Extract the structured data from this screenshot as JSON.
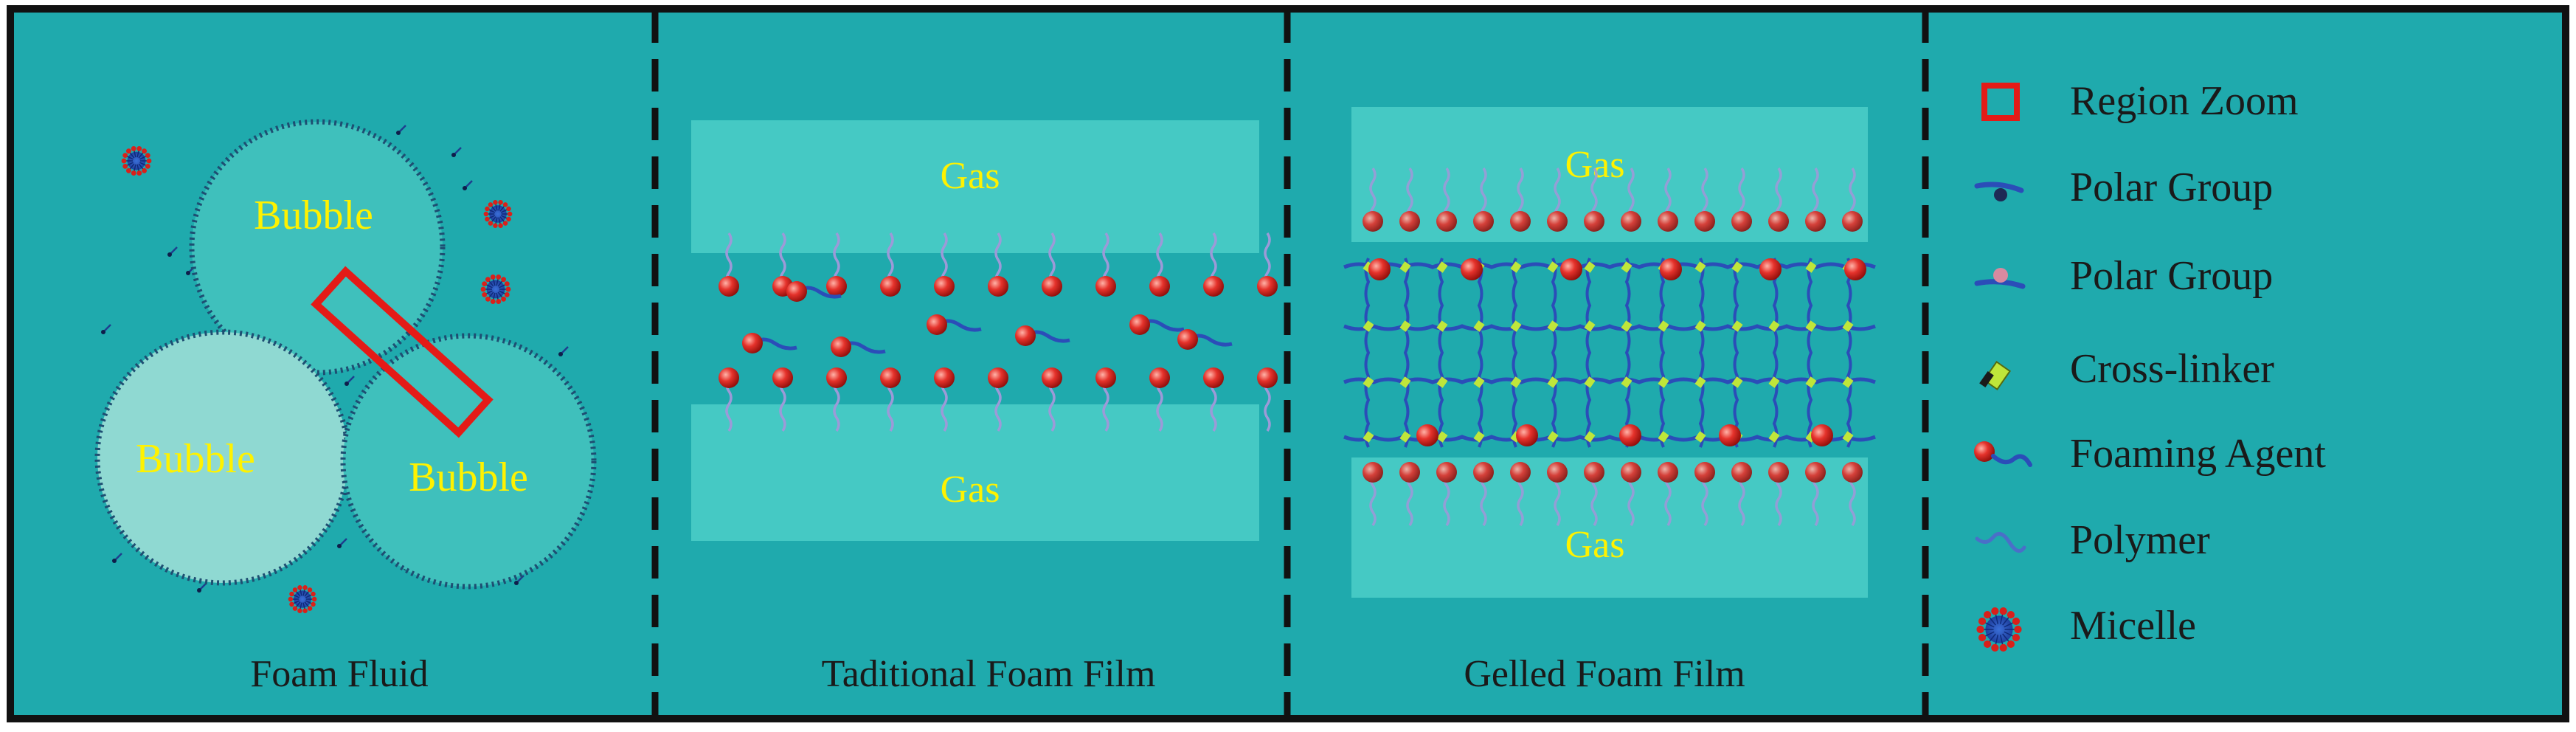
{
  "colors": {
    "background": "#1FAAAD",
    "gas_band": "#45C9C4",
    "bubble_fill": "#4CC4BF",
    "bubble_fill_light": "#8FD9D2",
    "bubble_border": "#1E4E72",
    "text_yellow": "#FFF200",
    "accent_red": "#E41B17",
    "sphere_red": "#D9201A",
    "chain_blue": "#2B4DB8",
    "polymer_lavender": "#9C9AD8",
    "crosslinker_green": "#BFE63A",
    "frame": "#111111"
  },
  "panels": {
    "foam_fluid": {
      "caption": "Foam Fluid",
      "bubbles": [
        "Bubble",
        "Bubble",
        "Bubble"
      ]
    },
    "traditional_film": {
      "caption": "Taditional Foam Film",
      "gas_top": "Gas",
      "gas_bottom": "Gas"
    },
    "gelled_film": {
      "caption": "Gelled Foam Film",
      "gas_top": "Gas",
      "gas_bottom": "Gas"
    }
  },
  "legend": {
    "items": [
      {
        "label": "Region Zoom",
        "icon": "region-zoom-icon"
      },
      {
        "label": "Polar Group",
        "icon": "polar-group-dark-icon"
      },
      {
        "label": "Polar Group",
        "icon": "polar-group-pink-icon"
      },
      {
        "label": "Cross-linker",
        "icon": "cross-linker-icon"
      },
      {
        "label": "Foaming Agent",
        "icon": "foaming-agent-icon"
      },
      {
        "label": "Polymer",
        "icon": "polymer-icon"
      },
      {
        "label": "Micelle",
        "icon": "micelle-icon"
      }
    ]
  }
}
